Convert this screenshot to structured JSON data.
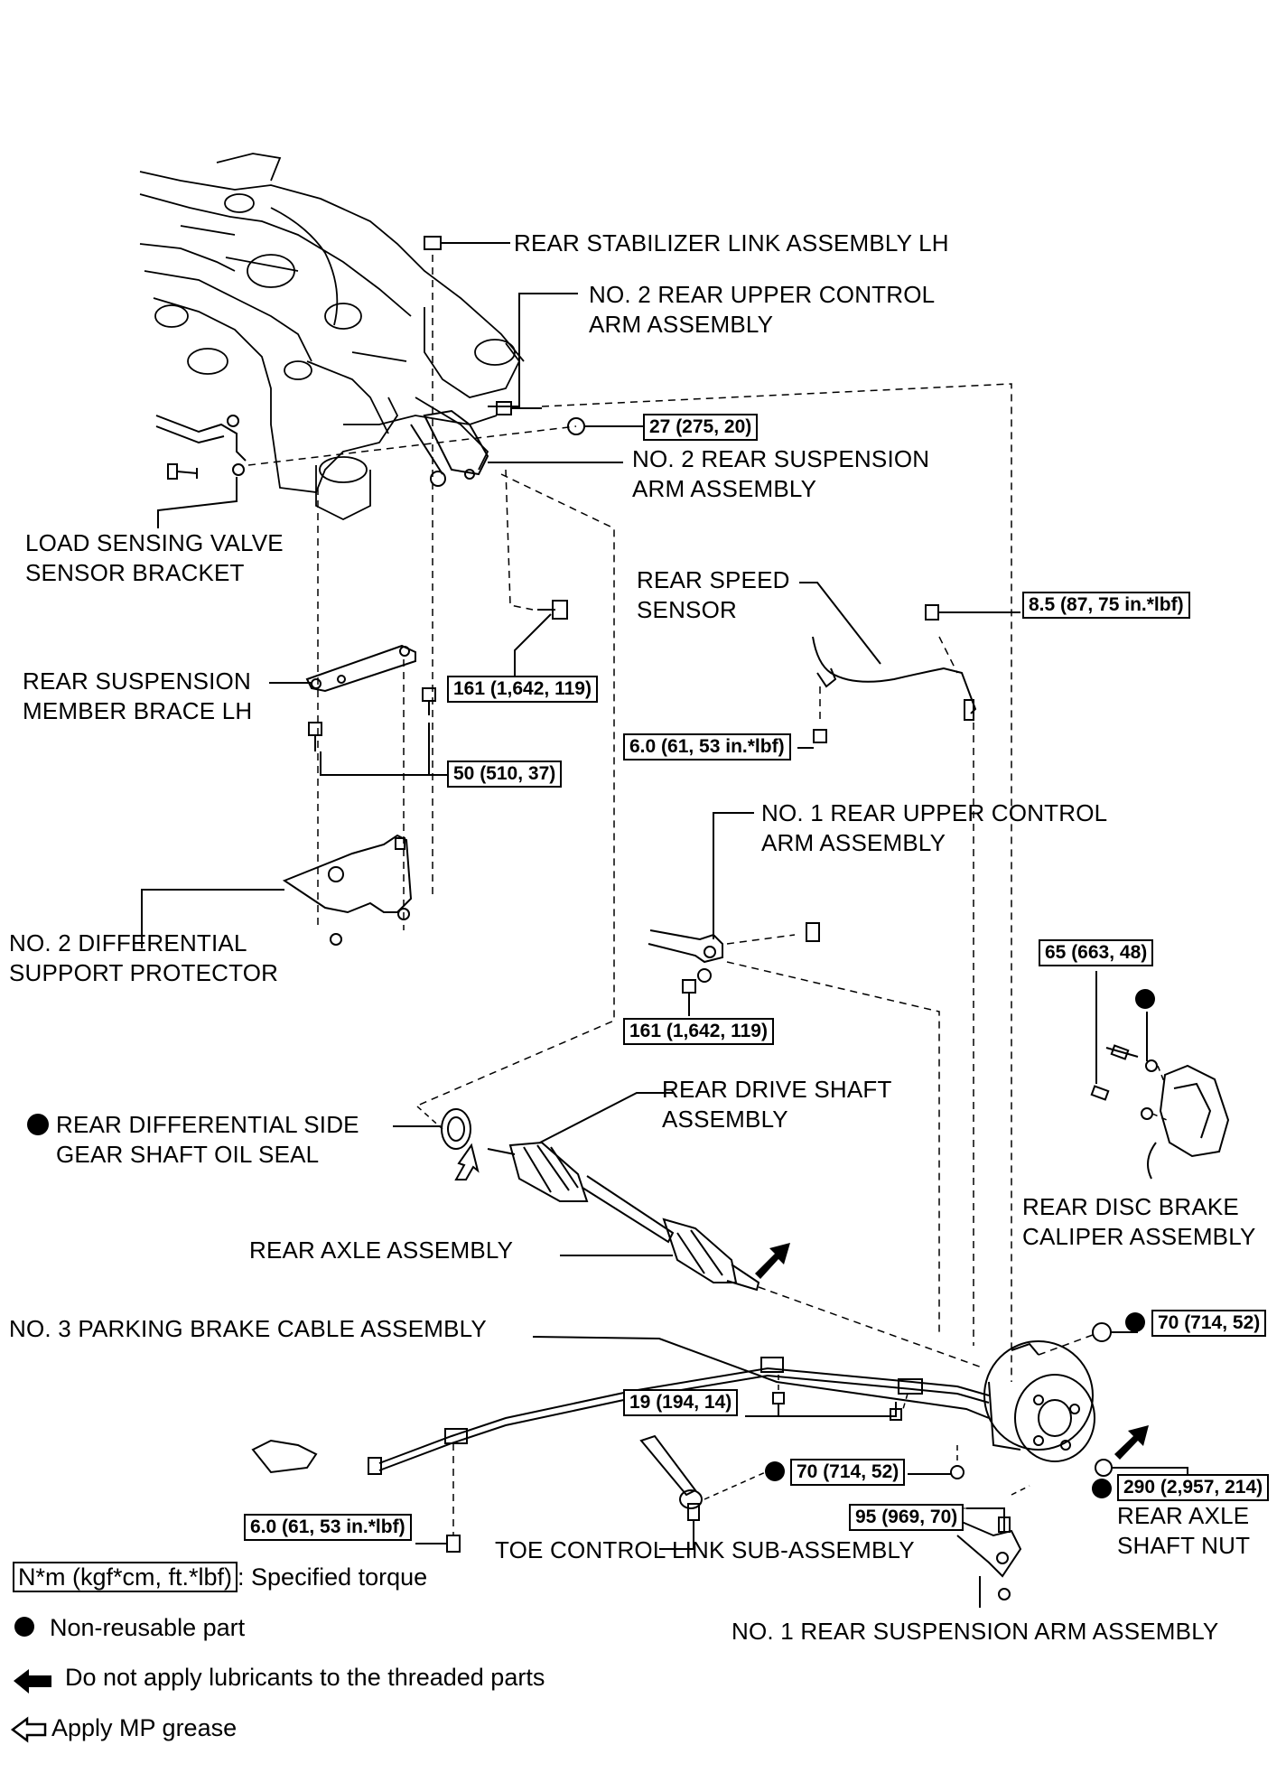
{
  "labels": {
    "stabilizer_link": "REAR STABILIZER LINK ASSEMBLY LH",
    "no2_upper_arm": "NO. 2 REAR UPPER CONTROL\nARM ASSEMBLY",
    "no2_suspension_arm": "NO. 2 REAR SUSPENSION\nARM ASSEMBLY",
    "load_sensing": "LOAD SENSING VALVE\nSENSOR BRACKET",
    "speed_sensor": "REAR SPEED\nSENSOR",
    "member_brace": "REAR SUSPENSION\nMEMBER BRACE LH",
    "no1_upper_arm": "NO. 1 REAR UPPER CONTROL\nARM ASSEMBLY",
    "protector": "NO. 2 DIFFERENTIAL\nSUPPORT PROTECTOR",
    "oil_seal": "REAR DIFFERENTIAL SIDE\nGEAR SHAFT OIL SEAL",
    "drive_shaft": "REAR DRIVE SHAFT\nASSEMBLY",
    "caliper": "REAR DISC BRAKE\nCALIPER ASSEMBLY",
    "rear_axle": "REAR AXLE ASSEMBLY",
    "parking_cable": "NO. 3 PARKING BRAKE CABLE ASSEMBLY",
    "axle_nut": "REAR AXLE\nSHAFT NUT",
    "toe_link": "TOE CONTROL LINK SUB-ASSEMBLY",
    "no1_suspension_arm": "NO. 1 REAR SUSPENSION ARM ASSEMBLY"
  },
  "torques": {
    "t_27": "27 (275, 20)",
    "t_8_5": "8.5 (87, 75 in.*lbf)",
    "t_161_upper": "161 (1,642, 119)",
    "t_6_0_sensor": "6.0 (61, 53 in.*lbf)",
    "t_50": "50 (510, 37)",
    "t_65": "65 (663, 48)",
    "t_161_lower": "161 (1,642, 119)",
    "t_70_hub": "70 (714, 52)",
    "t_19": "19 (194, 14)",
    "t_70_lower": "70 (714, 52)",
    "t_290": "290 (2,957, 214)",
    "t_95": "95 (969, 70)",
    "t_6_0_cable": "6.0 (61, 53 in.*lbf)"
  },
  "legend": {
    "torque_unit": "N*m (kgf*cm, ft.*lbf)",
    "torque_text": ": Specified torque",
    "non_reusable": "Non-reusable part",
    "no_lubricant": "Do not apply lubricants to the threaded parts",
    "mp_grease": "Apply MP grease"
  }
}
